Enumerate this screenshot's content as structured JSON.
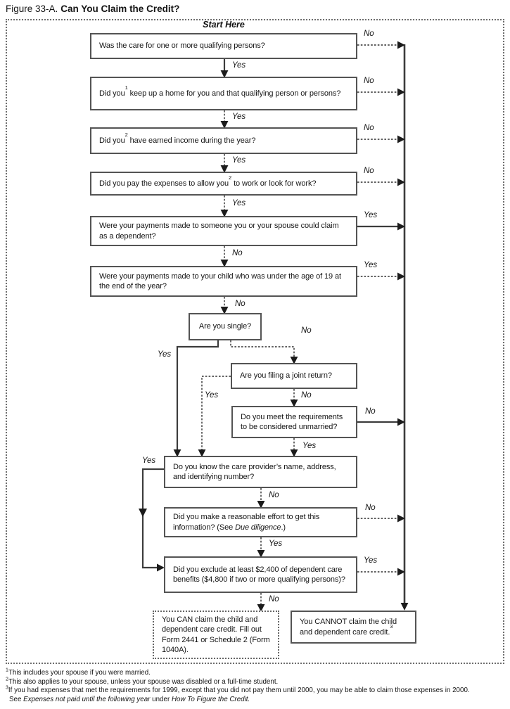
{
  "colors": {
    "ink": "#1a1a1a",
    "line": "#3c3c3c",
    "box_border": "#545454"
  },
  "title": {
    "figure_label": "Figure 33-A.",
    "heading": "Can You Claim the Credit?"
  },
  "start_here": "Start Here",
  "nodes": {
    "q1": {
      "text": "Was the care for one or more qualifying persons?"
    },
    "q2": {
      "pre": "Did you",
      "sup": "1",
      "post": " keep up a home for you and that qualifying person or persons?"
    },
    "q3": {
      "pre": "Did you",
      "sup": "2",
      "post": " have earned income during the year?"
    },
    "q4": {
      "pre": "Did you pay the expenses to allow you",
      "sup": "2",
      "post": " to work or look for work?"
    },
    "q5": {
      "text": "Were your payments made to someone you or your spouse could claim as a dependent?"
    },
    "q6": {
      "text": "Were your payments made to your child who was under the age of 19 at the end of the year?"
    },
    "single": {
      "text": "Are you single?"
    },
    "joint": {
      "text": "Are you filing a joint return?"
    },
    "unmarried": {
      "text": "Do you meet the requirements to be considered unmarried?"
    },
    "provider": {
      "text": "Do you know the care provider’s name, address, and identifying number?"
    },
    "effort": {
      "pre": "Did you make a reasonable effort to get this information? (See ",
      "italic": "Due diligence",
      "post": ".)"
    },
    "benefits": {
      "text": "Did you exclude at least $2,400 of dependent care benefits ($4,800 if two or more qualifying persons)?"
    },
    "can": {
      "text": "You CAN claim the child and dependent care credit. Fill out Form 2441 or Schedule 2 (Form 1040A)."
    },
    "cannot": {
      "pre": "You CANNOT claim the child and dependent care credit.",
      "sup": "3"
    }
  },
  "labels": {
    "q1_no": "No",
    "q1_yes": "Yes",
    "q2_no": "No",
    "q2_yes": "Yes",
    "q3_no": "No",
    "q3_yes": "Yes",
    "q4_no": "No",
    "q4_yes": "Yes",
    "q5_yes": "Yes",
    "q5_no": "No",
    "q6_yes": "Yes",
    "q6_no": "No",
    "single_yes": "Yes",
    "single_no": "No",
    "joint_yes": "Yes",
    "joint_no": "No",
    "unmarried_no": "No",
    "unmarried_yes": "Yes",
    "provider_yes": "Yes",
    "provider_no": "No",
    "effort_no": "No",
    "effort_yes": "Yes",
    "benefits_yes": "Yes",
    "benefits_no": "No"
  },
  "footnotes": {
    "f1": {
      "sup": "1",
      "text": "This includes your spouse if you were married."
    },
    "f2": {
      "sup": "2",
      "text": "This also applies to your spouse, unless your spouse was disabled or a full-time student."
    },
    "f3": {
      "sup": "3",
      "text": "If you had expenses that met the requirements for 1999, except that you did not pay them until 2000, you may be able to claim those expenses in 2000."
    },
    "f4": {
      "pre": "See ",
      "italic1": "Expenses not paid until the following year",
      "mid": " under ",
      "italic2": "How To Figure the Credit."
    }
  }
}
